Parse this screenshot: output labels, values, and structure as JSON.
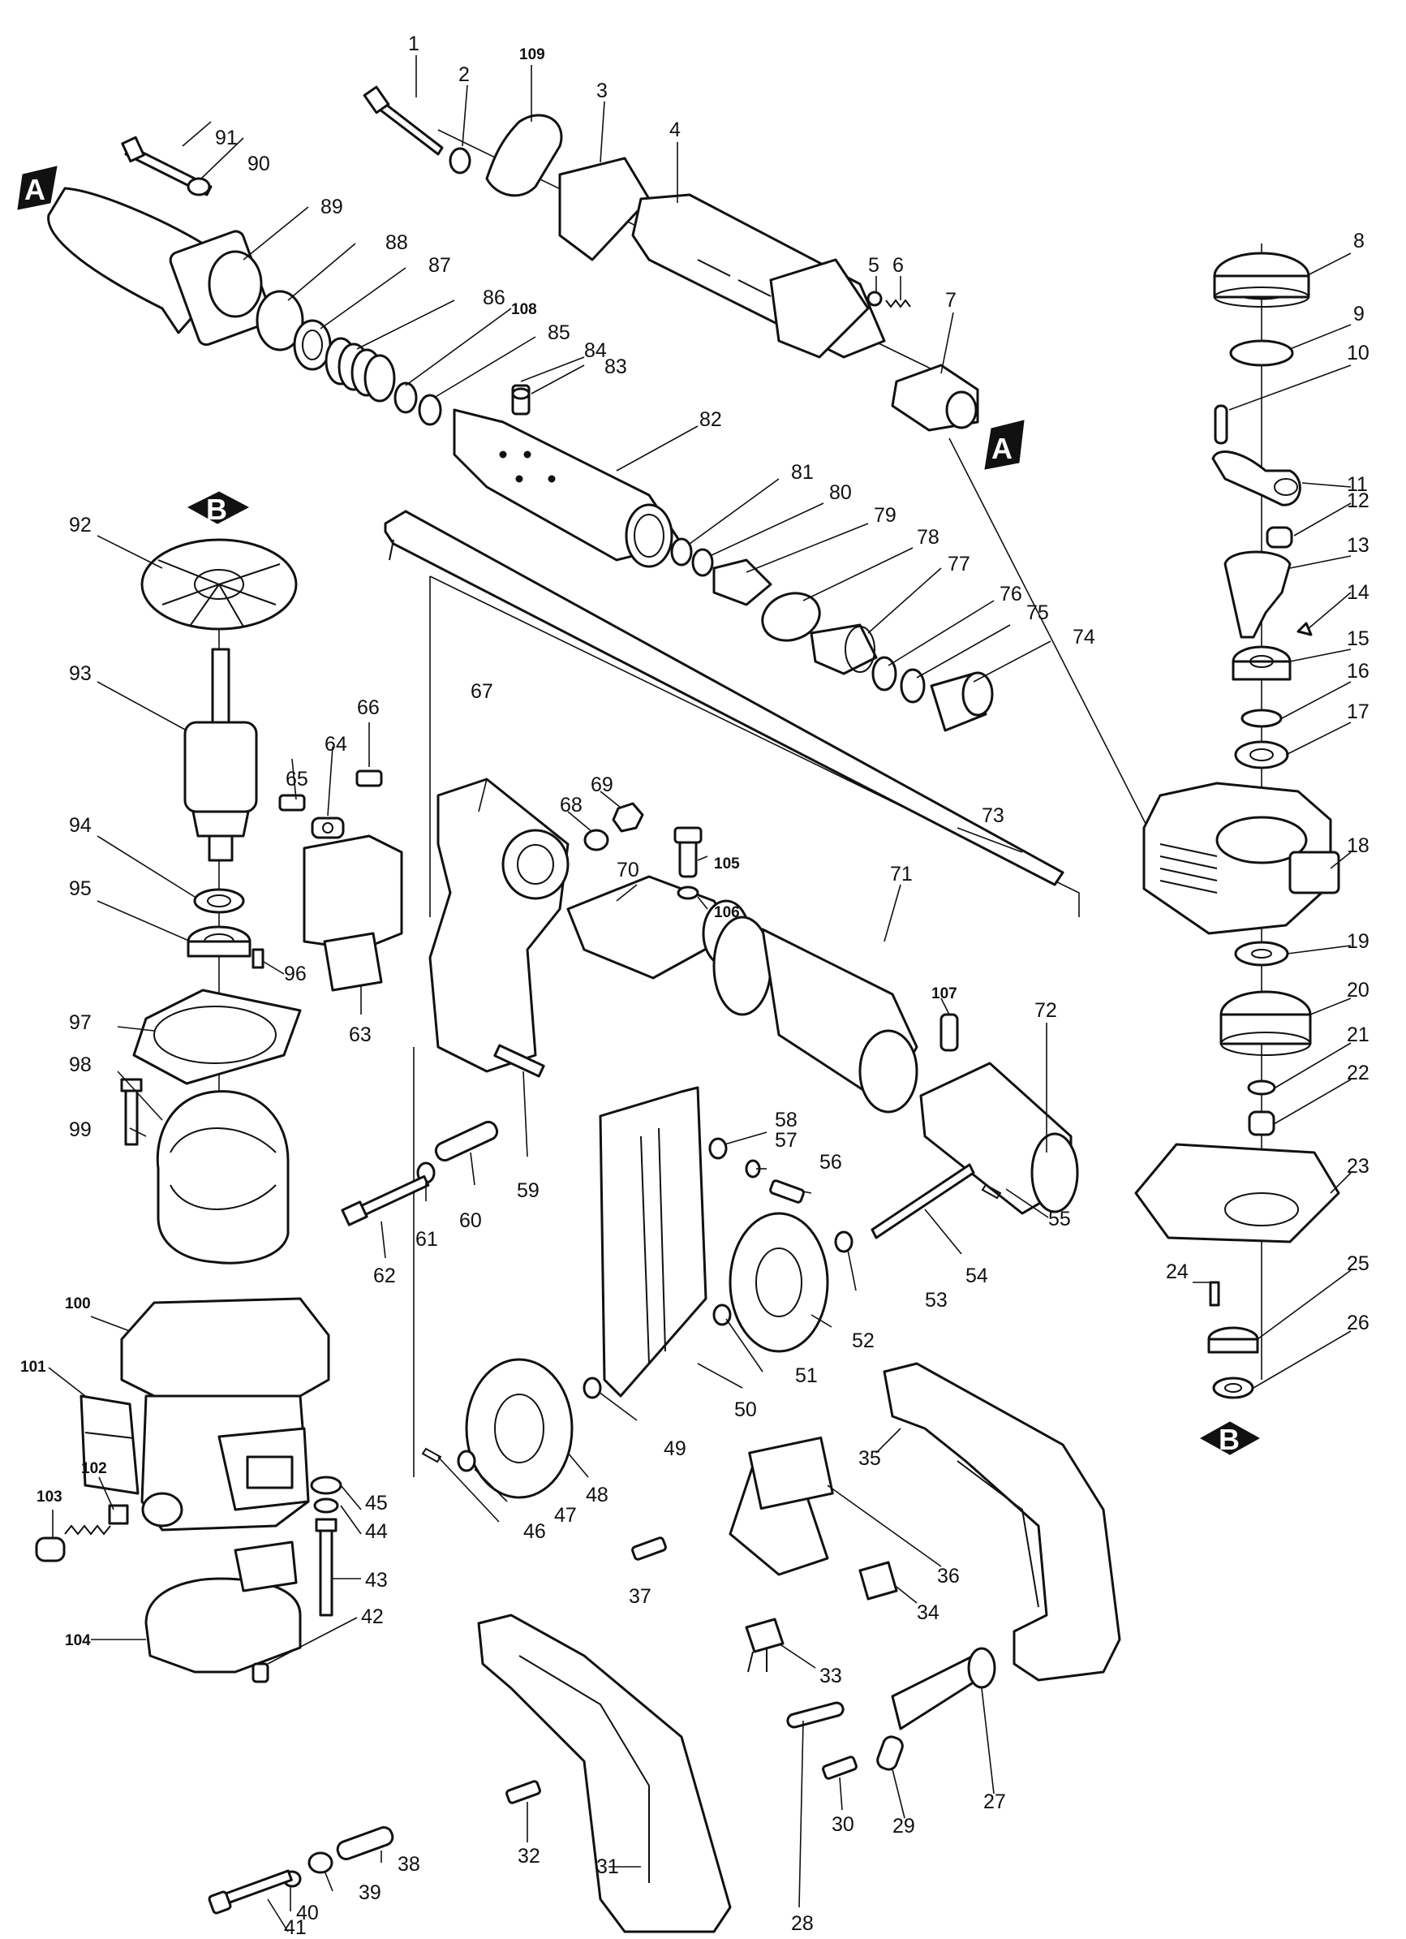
{
  "figure": {
    "reference_markers": [
      "A",
      "A",
      "B",
      "B"
    ],
    "part_labels": [
      "1",
      "2",
      "109",
      "3",
      "4",
      "5",
      "6",
      "7",
      "8",
      "9",
      "10",
      "11",
      "12",
      "13",
      "14",
      "15",
      "16",
      "17",
      "18",
      "19",
      "20",
      "21",
      "22",
      "23",
      "24",
      "25",
      "26",
      "27",
      "28",
      "29",
      "30",
      "31",
      "32",
      "33",
      "34",
      "35",
      "36",
      "37",
      "38",
      "39",
      "40",
      "41",
      "42",
      "43",
      "44",
      "45",
      "46",
      "47",
      "48",
      "49",
      "50",
      "51",
      "52",
      "53",
      "54",
      "55",
      "56",
      "57",
      "58",
      "59",
      "60",
      "61",
      "62",
      "63",
      "64",
      "65",
      "66",
      "67",
      "68",
      "69",
      "70",
      "71",
      "72",
      "73",
      "74",
      "75",
      "76",
      "77",
      "78",
      "79",
      "80",
      "81",
      "82",
      "83",
      "84",
      "85",
      "108",
      "86",
      "87",
      "88",
      "89",
      "90",
      "91",
      "92",
      "93",
      "94",
      "95",
      "96",
      "97",
      "98",
      "99",
      "100",
      "101",
      "102",
      "103",
      "104",
      "105",
      "106",
      "107"
    ]
  }
}
